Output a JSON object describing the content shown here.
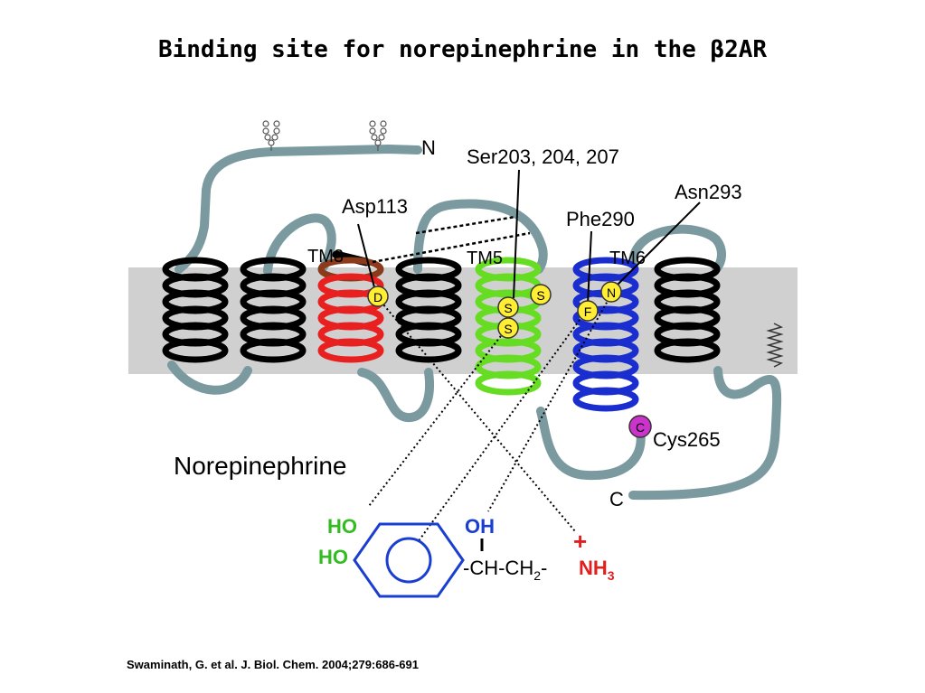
{
  "title": "Binding site for norepinephrine in the β2AR",
  "citation": "Swaminath, G. et al. J. Biol. Chem. 2004;279:686-691",
  "labels": {
    "n_terminus": "N",
    "c_terminus": "C",
    "tm3": "TM3",
    "tm5": "TM5",
    "tm6": "TM6",
    "asp113": "Asp113",
    "ser": "Ser203, 204, 207",
    "phe290": "Phe290",
    "asn293": "Asn293",
    "cys265": "Cys265",
    "ligand_name": "Norepinephrine"
  },
  "residues": {
    "d": "D",
    "s1": "S",
    "s2": "S",
    "s3": "S",
    "f": "F",
    "n": "N",
    "c": "C"
  },
  "molecule": {
    "ho1": "HO",
    "ho2": "HO",
    "oh": "OH",
    "plus": "+",
    "chain_prefix": "-CH-CH",
    "chain_sub": "2",
    "chain_dash": "-",
    "nh": "NH",
    "nh_sub": "3"
  },
  "colors": {
    "loop": "#7a9aa0",
    "membrane": "#d0d0d0",
    "helix_black": "#000000",
    "tm3_red": "#e82020",
    "tm3_brown": "#8b3a1a",
    "tm5_green": "#66dd22",
    "tm6_blue": "#1a2ed0",
    "residue_yellow": "#ffee33",
    "cys_purple": "#cc33cc",
    "green_text": "#33bb22",
    "blue_text": "#1a3fd0",
    "red_text": "#e02020"
  }
}
